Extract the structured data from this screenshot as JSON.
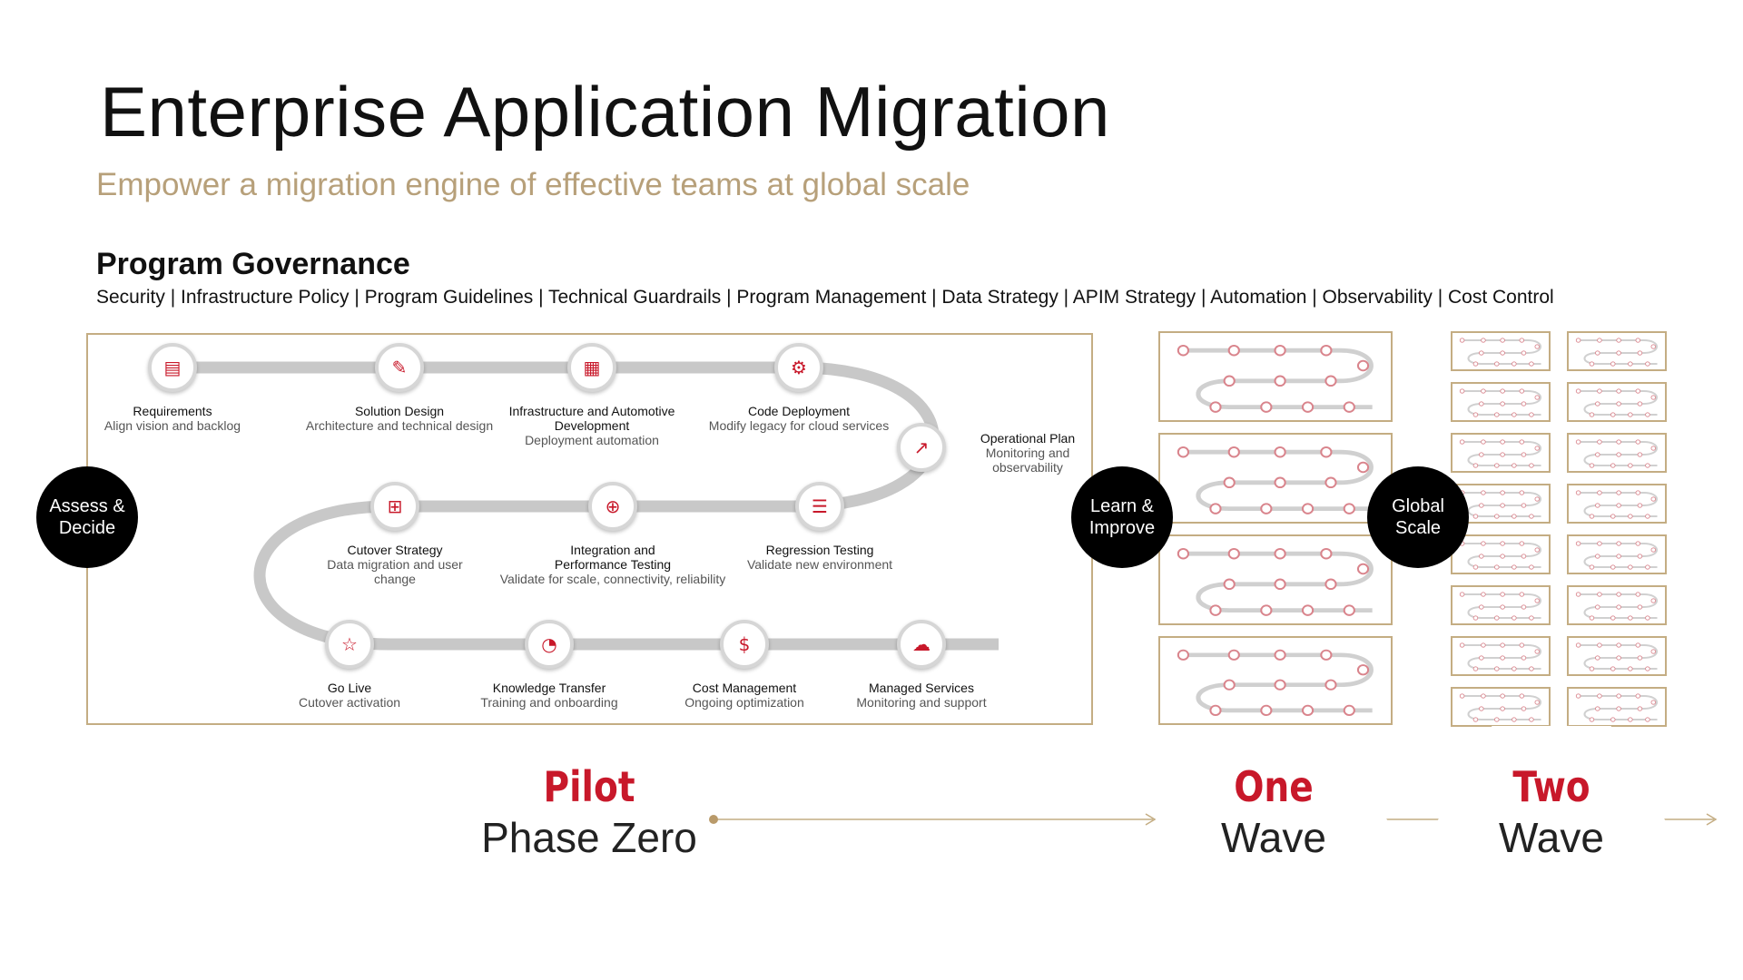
{
  "title": "Enterprise Application Migration",
  "subtitle": "Empower a migration engine of effective teams at global scale",
  "governance": {
    "heading": "Program Governance",
    "items": "Security | Infrastructure Policy | Program Guidelines | Technical Guardrails | Program Management | Data Strategy | APIM Strategy | Automation | Observability | Cost Control"
  },
  "rings": {
    "assess": "Assess & Decide",
    "learn": "Learn & Improve",
    "global": "Global Scale"
  },
  "steps": [
    {
      "title": "Requirements",
      "desc": "Align vision and backlog",
      "icon": "clipboard-icon",
      "glyph": "▤"
    },
    {
      "title": "Solution Design",
      "desc": "Architecture and technical design",
      "icon": "design-pencil-icon",
      "glyph": "✎"
    },
    {
      "title": "Infrastructure and Automotive Development",
      "desc": "Deployment automation",
      "icon": "qr-grid-icon",
      "glyph": "▦"
    },
    {
      "title": "Code Deployment",
      "desc": "Modify legacy for cloud services",
      "icon": "browser-gear-icon",
      "glyph": "⚙"
    },
    {
      "title": "Operational Plan",
      "desc": "Monitoring and observability",
      "icon": "growth-chart-icon",
      "glyph": "↗"
    },
    {
      "title": "Regression Testing",
      "desc": "Validate new environment",
      "icon": "checklist-icon",
      "glyph": "☰"
    },
    {
      "title": "Integration and Performance Testing",
      "desc": "Validate for scale, connectivity, reliability",
      "icon": "workflow-icon",
      "glyph": "⊕"
    },
    {
      "title": "Cutover Strategy",
      "desc": "Data migration and user change",
      "icon": "org-chart-icon",
      "glyph": "⊞"
    },
    {
      "title": "Go Live",
      "desc": "Cutover activation",
      "icon": "launch-star-icon",
      "glyph": "☆"
    },
    {
      "title": "Knowledge Transfer",
      "desc": "Training and onboarding",
      "icon": "presenter-icon",
      "glyph": "◔"
    },
    {
      "title": "Cost Management",
      "desc": "Ongoing optimization",
      "icon": "coins-chart-icon",
      "glyph": "$"
    },
    {
      "title": "Managed Services",
      "desc": "Monitoring and support",
      "icon": "cloud-support-icon",
      "glyph": "☁"
    }
  ],
  "phases": [
    {
      "accent": "Pilot",
      "name": "Phase Zero"
    },
    {
      "accent": "One",
      "name": "Wave"
    },
    {
      "accent": "Two",
      "name": "Wave"
    }
  ],
  "colors": {
    "accent_red": "#c8182a",
    "gold": "#b7a07a",
    "track": "#c8c8c8"
  }
}
